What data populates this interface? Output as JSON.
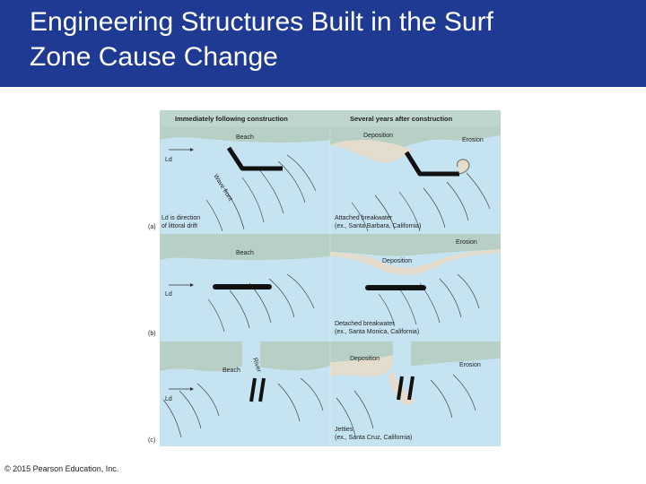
{
  "slide": {
    "title_line1": "Engineering Structures Built in the Surf",
    "title_line2": "Zone Cause Change",
    "copyright": "© 2015 Pearson Education, Inc."
  },
  "figure": {
    "headers": {
      "left": "Immediately following construction",
      "right": "Several years after construction"
    },
    "panel_a": {
      "letter": "(a)",
      "beach": "Beach",
      "ld": "Ld",
      "wave_front": "Wave front",
      "ld_note_1": "Ld is direction",
      "ld_note_2": "of littoral drift",
      "deposition": "Deposition",
      "erosion": "Erosion",
      "caption_1": "Attached breakwater",
      "caption_2": "(ex., Santa Barbara, California)"
    },
    "panel_b": {
      "letter": "(b)",
      "beach": "Beach",
      "ld": "Ld",
      "deposition": "Deposition",
      "erosion": "Erosion",
      "caption_1": "Detached breakwater",
      "caption_2": "(ex., Santa Monica, California)"
    },
    "panel_c": {
      "letter": "(c)",
      "beach": "Beach",
      "river": "River",
      "ld": "Ld",
      "deposition": "Deposition",
      "erosion": "Erosion",
      "caption_1": "Jetties",
      "caption_2": "(ex., Santa Cruz, California)"
    },
    "colors": {
      "water": "#c5e3f1",
      "beach": "#b7cfc4",
      "sand": "#e4dccd",
      "header": "#bfd6cf",
      "structure": "#111111",
      "title_bar": "#1f3a93"
    }
  }
}
